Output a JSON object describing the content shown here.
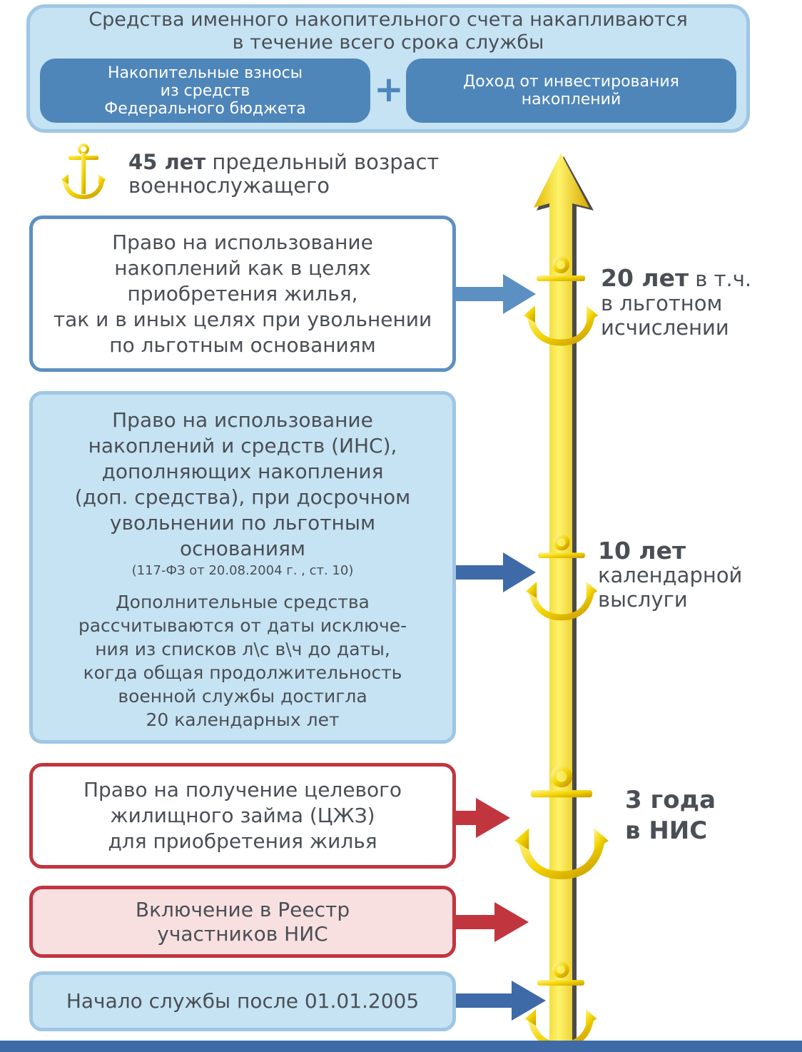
{
  "top": {
    "title_line1": "Средства именного накопительного счета накапливаются",
    "title_line2": "в течение всего срока службы",
    "contributions": {
      "line1": "Накопительные взносы",
      "line2": "из средств",
      "line3": "Федерального бюджета"
    },
    "income": {
      "line1": "Доход от инвестирования",
      "line2": "накоплений"
    },
    "plus": "+"
  },
  "age": {
    "value": "45 лет",
    "text_rest": " предельный возраст",
    "line2": "военнослужащего"
  },
  "boxes": {
    "box1": {
      "lines": [
        "Право на использование",
        "накоплений как в целях",
        "приобретения жилья,",
        "так и в иных целях при увольнении",
        "по льготным основаниям"
      ]
    },
    "box2": {
      "lines": [
        "Право на использование",
        "накоплений и средств (ИНС),",
        "дополняющих накопления",
        "(доп. средства), при досрочном",
        "увольнении по льготным",
        "основаниям"
      ],
      "law": "(117-ФЗ от 20.08.2004 г. , ст. 10)",
      "extra_lines": [
        "Дополнительные средства",
        "рассчитываются от даты исключе-",
        "ния из списков л\\с в\\ч до даты,",
        "когда общая продолжительность",
        "военной службы достигла",
        "20 календарных лет"
      ]
    },
    "box3": {
      "lines": [
        "Право на получение целевого",
        "жилищного займа (ЦЖЗ)",
        "для приобретения жилья"
      ]
    },
    "box4": {
      "lines": [
        "Включение в Реестр",
        "участников НИС"
      ]
    },
    "box5": {
      "lines": [
        "Начало службы после 01.01.2005"
      ]
    }
  },
  "milestones": {
    "m20": {
      "value": "20 лет",
      "rest": " в т.ч.",
      "line2": "в льготном",
      "line3": "исчислении"
    },
    "m10": {
      "value": "10 лет",
      "line2": "календарной",
      "line3": "выслуги"
    },
    "m3": {
      "line1": "3 года",
      "line2": "в НИС"
    }
  },
  "colors": {
    "light_blue_fill": "#c6e3f4",
    "light_blue_border": "#9fc6e4",
    "dark_blue": "#4f86ba",
    "red": "#c1353f",
    "pink_fill": "#f8e0e1",
    "gold": "#f2d400",
    "text": "#4a4f55"
  },
  "icons": [
    "anchor-icon",
    "arrow-up-icon",
    "arrow-right-icon"
  ]
}
